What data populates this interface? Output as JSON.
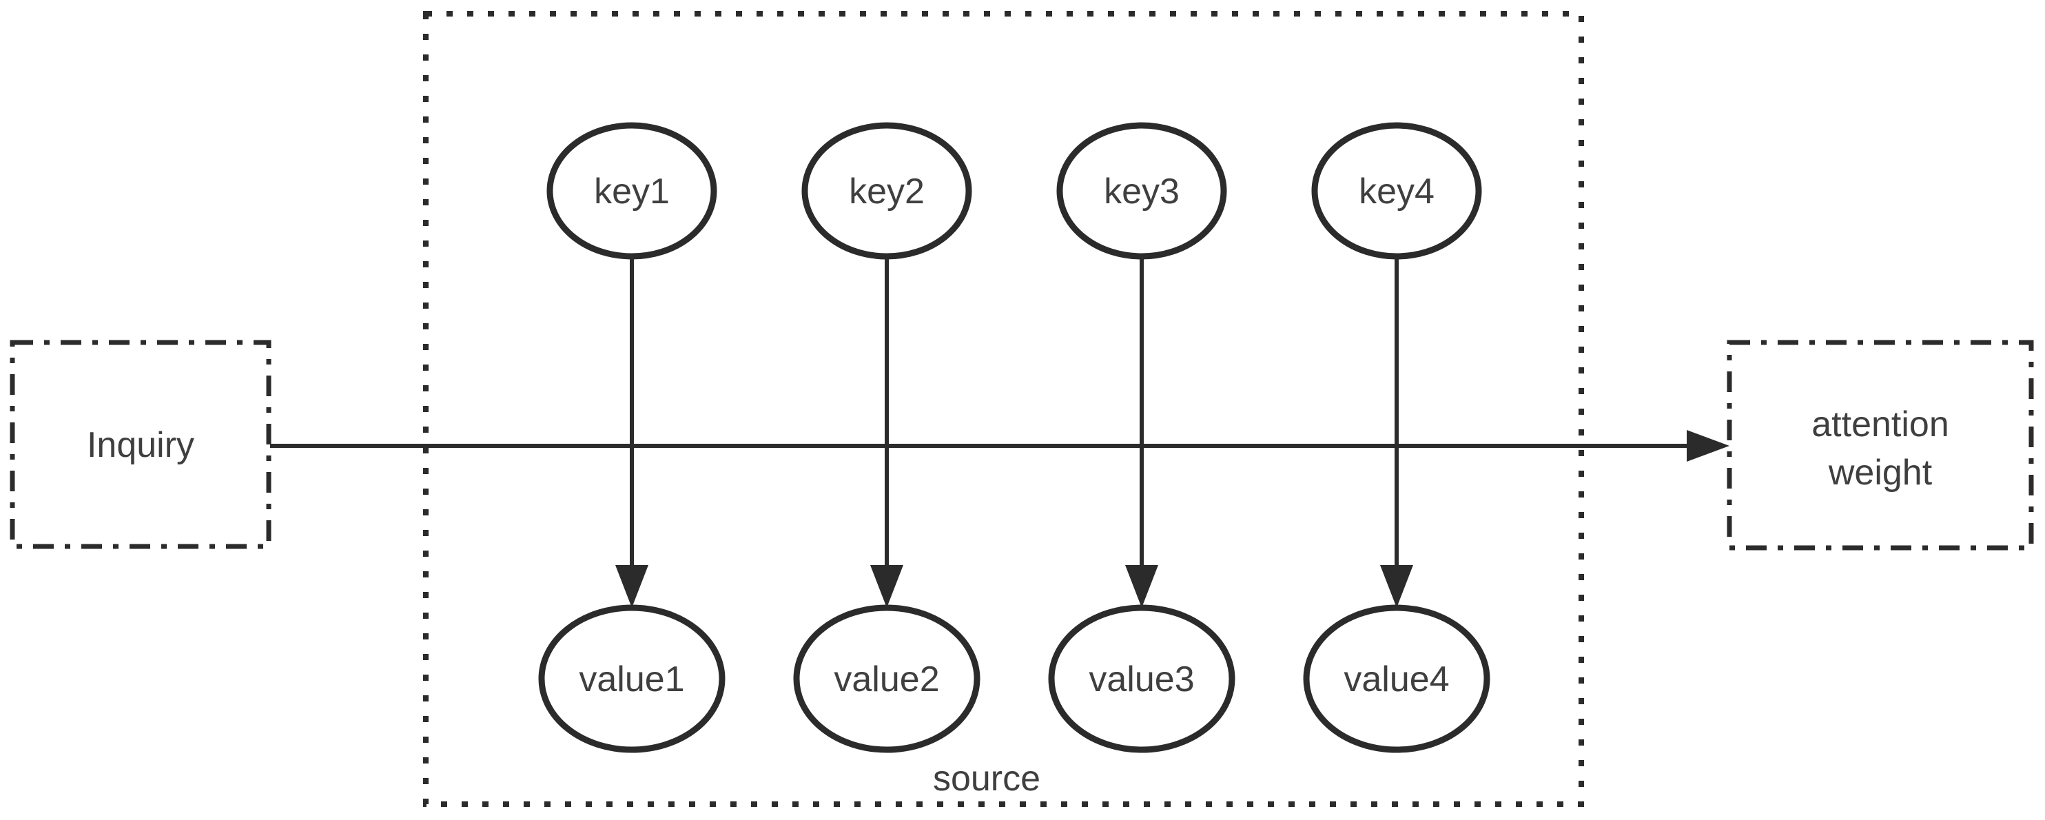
{
  "colors": {
    "stroke": "#2b2b2b",
    "text": "#3f3f3f",
    "background": "#ffffff"
  },
  "inquiry": {
    "label": "Inquiry"
  },
  "source": {
    "label": "source"
  },
  "attention_weight": {
    "line1": "attention",
    "line2": "weight"
  },
  "keys": [
    {
      "label": "key1"
    },
    {
      "label": "key2"
    },
    {
      "label": "key3"
    },
    {
      "label": "key4"
    }
  ],
  "values": [
    {
      "label": "value1"
    },
    {
      "label": "value2"
    },
    {
      "label": "value3"
    },
    {
      "label": "value4"
    }
  ]
}
